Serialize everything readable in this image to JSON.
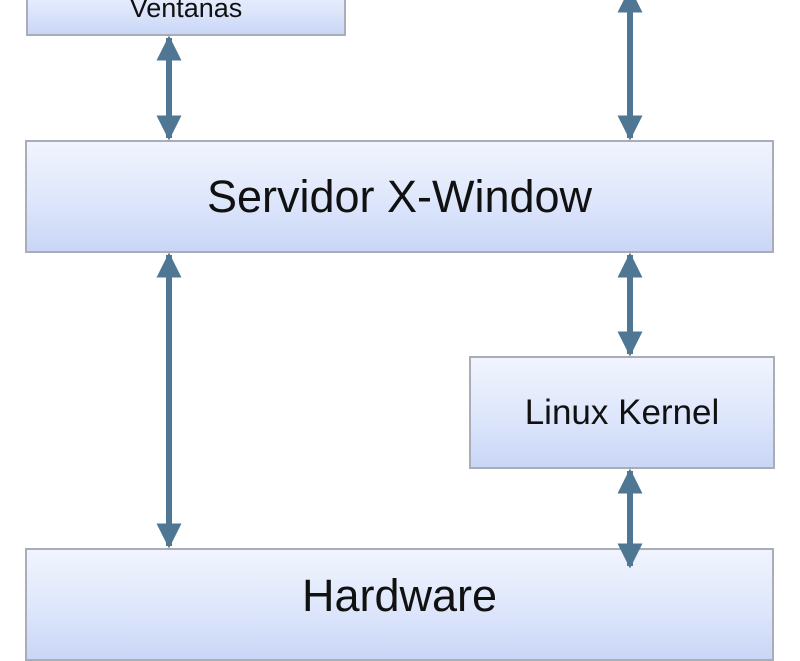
{
  "diagram": {
    "nodes": {
      "window_manager": {
        "label": "Ventanas"
      },
      "x_server": {
        "label": "Servidor X-Window"
      },
      "kernel": {
        "label": "Linux Kernel"
      },
      "hardware": {
        "label": "Hardware"
      }
    },
    "edges": [
      {
        "from": "window_manager",
        "to": "x_server",
        "direction": "both"
      },
      {
        "from": "off_screen_top",
        "to": "x_server",
        "direction": "both"
      },
      {
        "from": "x_server",
        "to": "hardware",
        "direction": "both"
      },
      {
        "from": "x_server",
        "to": "kernel",
        "direction": "both"
      },
      {
        "from": "kernel",
        "to": "hardware",
        "direction": "both"
      }
    ]
  },
  "colors": {
    "box_border": "#a9aeb6",
    "box_fill_top": "#f1f4fe",
    "box_fill_bottom": "#c9d6f6",
    "arrow": "#4f7794"
  }
}
